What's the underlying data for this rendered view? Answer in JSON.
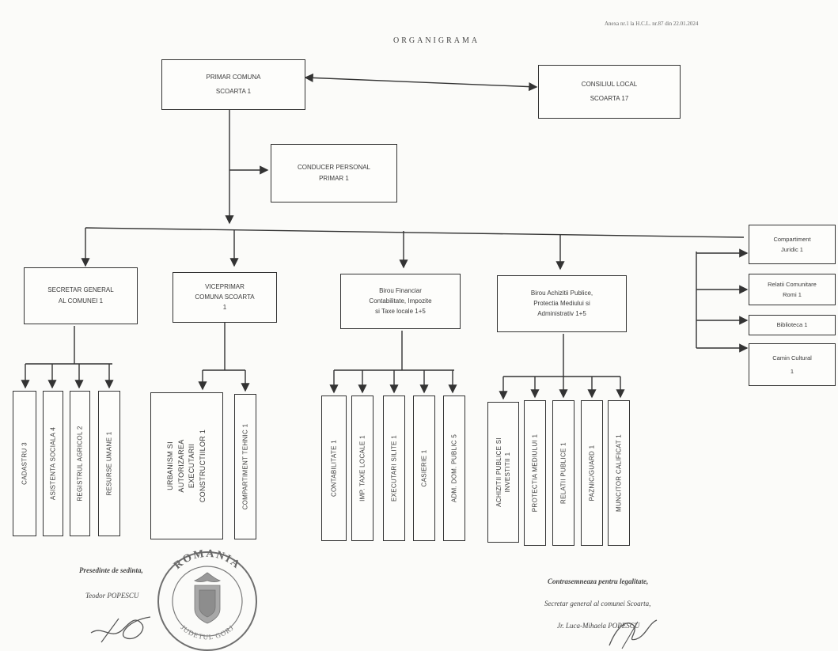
{
  "header": {
    "annex_note": "Anexa nr.1 la H.C.L. nr.87 din 22.01.2024",
    "title": "ORGANIGRAMA"
  },
  "boxes": {
    "primar": [
      "PRIMAR COMUNA",
      "SCOARTA 1"
    ],
    "consiliu": [
      "CONSILIUL LOCAL",
      "SCOARTA 17"
    ],
    "cabinet": [
      "CONDUCER PERSONAL",
      "PRIMAR 1"
    ],
    "secretar": [
      "SECRETAR GENERAL",
      "AL COMUNEI 1"
    ],
    "viceprimar": [
      "VICEPRIMAR",
      "COMUNA SCOARTA",
      "1"
    ],
    "birou_financiar": [
      "Birou Financiar",
      "Contabilitate, Impozite",
      "si Taxe locale 1+5"
    ],
    "birou_achizitii": [
      "Birou Achizitii Publice,",
      "Protectia Mediului si",
      "Administrativ 1+5"
    ],
    "comp_juridic": [
      "Compartiment",
      "Juridic 1"
    ],
    "relatii_comunitare": [
      "Relatii Comunitare",
      "Romi 1"
    ],
    "biblioteca": [
      "Biblioteca 1"
    ],
    "camin_cultural": [
      "Camin Cultural",
      "1"
    ]
  },
  "sub_units": {
    "cadastru": "CADASTRU 3",
    "asistenta_sociala": "ASISTENTA SOCIALA 4",
    "registrul_agricol": "REGISTRUL AGRICOL 2",
    "resurse_umane": "RESURSE UMANE 1",
    "urbanism": [
      "URBANISM SI",
      "AUTORIZAREA",
      "EXECUTARII",
      "CONSTRUCTIILOR 1"
    ],
    "compartiment_tehnic": "COMPARTIMENT TEHNIC 1",
    "contabilitate": "CONTABILITATE 1",
    "impozite_taxe": "IMP. TAXE LOCALE 1",
    "executari_silite": "EXECUTARI SILITE 1",
    "casierie": "CASIERIE 1",
    "adm_dom_public": "ADM. DOM. PUBLIC 5",
    "achizitii_investitii": [
      "ACHIZITII PUBLICE SI",
      "INVESTITII 1"
    ],
    "protectia_mediului": "PROTECTIA MEDIULUI 1",
    "relatii_publice": "RELATII PUBLICE 1",
    "paznic_guard": "PAZNIC/GUARD 1",
    "muncitor_calificat": "MUNCITOR CALIFICAT 1"
  },
  "signatures": {
    "left_role": "Presedinte de sedinta,",
    "left_name": "Teodor POPESCU",
    "right_role": "Contrasemneaza pentru legalitate,",
    "right_subtitle": "Secretar general al comunei Scoarta,",
    "right_name": "Jr. Luca-Mihaela POPESCU"
  },
  "stamp": {
    "top_text": "ROMANIA",
    "bottom_text": "JUDETUL GORJ"
  },
  "colors": {
    "ink": "#333333",
    "paper": "#fbfbf9",
    "stamp": "#6f6f6f"
  }
}
